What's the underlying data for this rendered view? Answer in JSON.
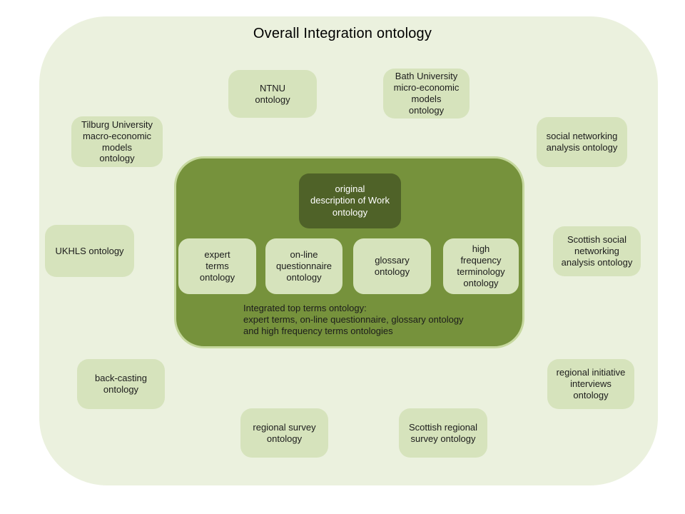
{
  "title": "Overall Integration ontology",
  "colors": {
    "page_background": "#ffffff",
    "slide_background": "#ebf1de",
    "node_fill": "#d6e3bc",
    "center_fill": "#76923c",
    "center_border": "#c6d89e",
    "dark_node_fill": "#4f6228",
    "dark_node_text": "#ffffff",
    "text": "#1c1c1c"
  },
  "nodes": {
    "ntnu": {
      "label": "NTNU\nontology"
    },
    "bath": {
      "label": "Bath University\nmicro-economic\nmodels\nontology"
    },
    "tilburg": {
      "label": "Tilburg University\nmacro-economic\nmodels\nontology"
    },
    "social_networking": {
      "label": "social networking\nanalysis ontology"
    },
    "ukhls": {
      "label": "UKHLS ontology"
    },
    "scottish_social_networking": {
      "label": "Scottish social\nnetworking\nanalysis ontology"
    },
    "back_casting": {
      "label": "back-casting\nontology"
    },
    "regional_initiative": {
      "label": "regional initiative\ninterviews\nontology"
    },
    "regional_survey": {
      "label": "regional survey\nontology"
    },
    "scottish_regional_survey": {
      "label": "Scottish regional\nsurvey ontology"
    }
  },
  "center": {
    "original_label": "original\ndescription of Work\nontology",
    "children": [
      "expert\nterms\nontology",
      "on-line\nquestionnaire\nontology",
      "glossary\nontology",
      "high\nfrequency\nterminology\nontology"
    ],
    "caption": "Integrated top terms ontology:\nexpert terms, on-line questionnaire, glossary ontology\nand high frequency terms ontologies"
  }
}
